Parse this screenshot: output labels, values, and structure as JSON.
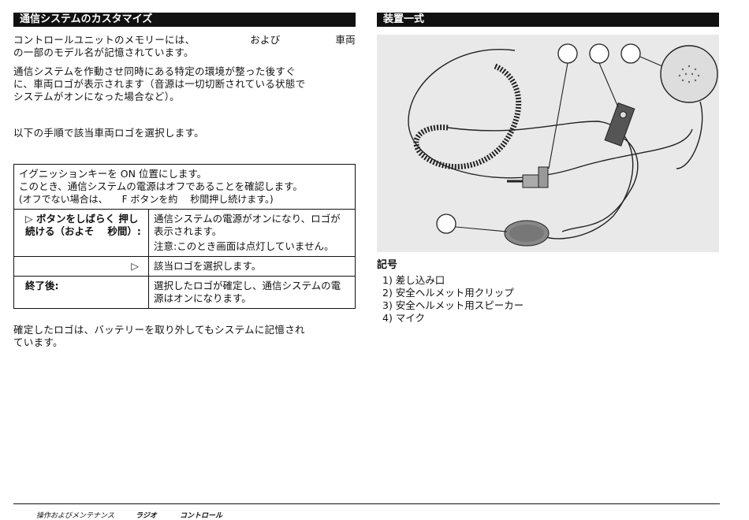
{
  "left": {
    "heading": "通信システムのカスタマイズ",
    "p1_line1_a": "コントロールユニットのメモリーには、",
    "p1_line1_b": "および",
    "p1_line1_c": "車両",
    "p1_line2": "の一部のモデル名が記憶されています。",
    "p2_line1": "通信システムを作動させ同時にある特定の環境が整った後すぐ",
    "p2_line2": "に、車両ロゴが表示されます（音源は一切切断されている状態で",
    "p2_line3": "システムがオンになった場合など）。",
    "p3": "以下の手順で該当車両ロゴを選択します。",
    "box_line1": "イグニッションキーを ON 位置にします。",
    "box_line2": "このとき、通信システムの電源はオフであることを確認します。",
    "box_line3": "(オフでない場合は、　　F ボタンを約　 秒間押し続けます。)",
    "row1_label": "▷ ボタンをしばらく 押し続ける（およそ　 秒間）:",
    "row1_text": "通信システムの電源がオンになり、ロゴが表示されます。",
    "row1_note_label": "注意:",
    "row1_note": "このとき画面は点灯していません。",
    "row2_label": "▷",
    "row2_text": "該当ロゴを選択します。",
    "row3_label": "終了後:",
    "row3_text": "選択したロゴが確定し、通信システムの電源はオンになります。",
    "p4_line1": "確定したロゴは、バッテリーを取り外してもシステムに記憶され",
    "p4_line2": "ています。"
  },
  "right": {
    "heading": "装置一式",
    "legend_title": "記号",
    "legend": [
      "1) 差し込み口",
      "2) 安全ヘルメット用クリップ",
      "3) 安全ヘルメット用スピーカー",
      "4) マイク"
    ]
  },
  "footer": {
    "text1": "操作およびメンテナンス",
    "text2": "ラジオ",
    "text3": "コントロール"
  }
}
